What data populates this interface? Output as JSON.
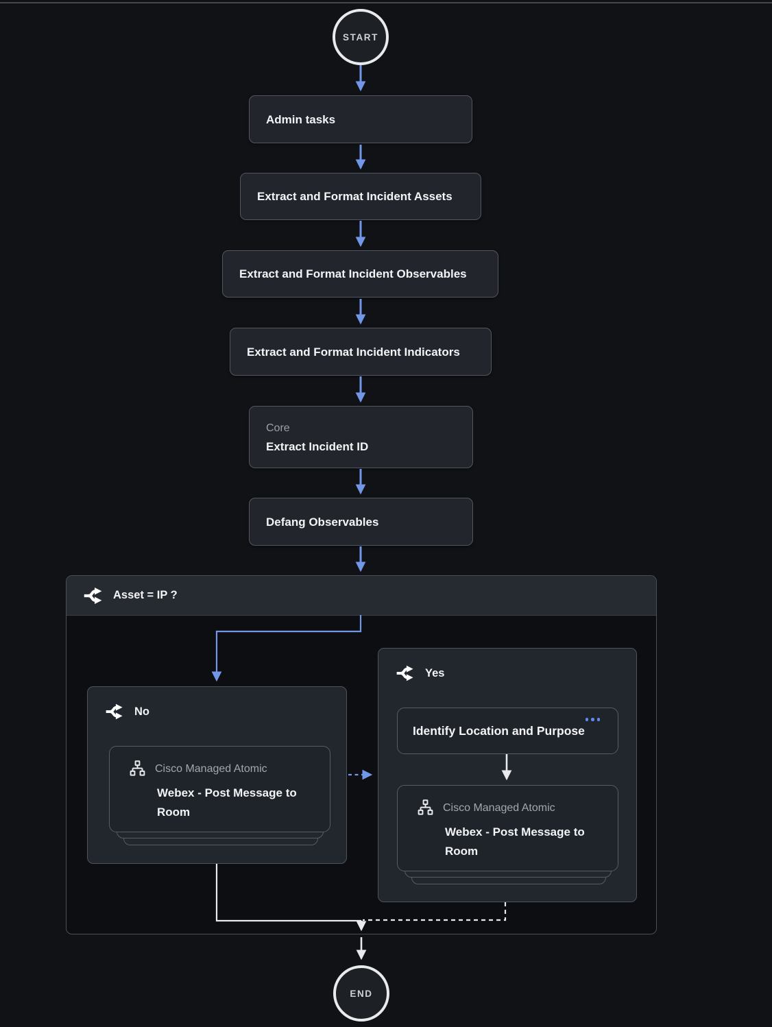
{
  "start": {
    "label": "START"
  },
  "end": {
    "label": "END"
  },
  "nodes": [
    {
      "label": "Admin tasks"
    },
    {
      "label": "Extract and Format Incident Assets"
    },
    {
      "label": "Extract and Format Incident Observables"
    },
    {
      "label": "Extract and Format Incident Indicators"
    },
    {
      "sublabel": "Core",
      "label": "Extract Incident ID"
    },
    {
      "label": "Defang Observables"
    }
  ],
  "condition": {
    "icon": "branch-icon",
    "label": "Asset = IP ?",
    "branches": [
      {
        "icon": "branch-icon",
        "label": "No",
        "steps": [
          {
            "icon": "sitemap-icon",
            "category": "Cisco Managed Atomic",
            "label": "Webex - Post Message to Room",
            "stacked": true
          }
        ]
      },
      {
        "icon": "branch-icon",
        "label": "Yes",
        "steps": [
          {
            "label": "Identify Location and Purpose",
            "menu_icon": "more-options-dots"
          },
          {
            "icon": "sitemap-icon",
            "category": "Cisco Managed Atomic",
            "label": "Webex - Post Message to Room",
            "stacked": true
          }
        ]
      }
    ]
  },
  "colors": {
    "canvas_bg": "#111216",
    "node_bg": "#22252c",
    "node_border": "#51565f",
    "condition_header_bg": "#262a31",
    "condition_body_bg": "#0d0e11",
    "accent_blue": "#7296e8",
    "arrow_white": "#e9eaec",
    "text_primary": "#f2f4f6",
    "text_secondary": "#9ba1aa",
    "dots_blue": "#5d8cf0"
  }
}
